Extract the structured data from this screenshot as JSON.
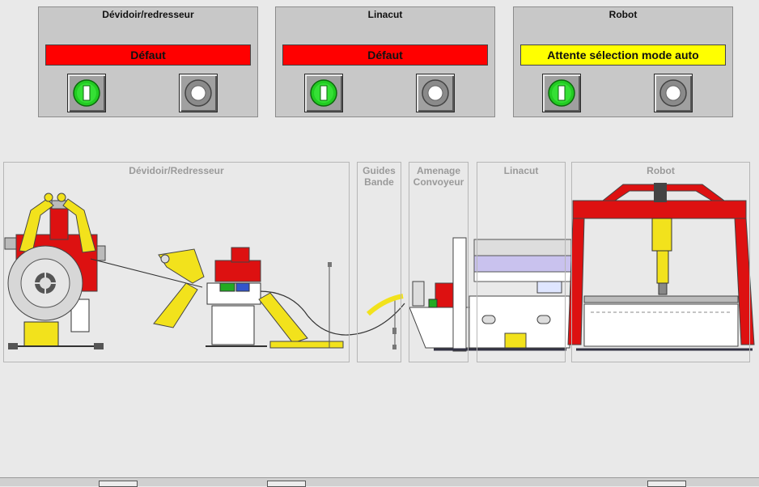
{
  "colors": {
    "fault": "#ff0000",
    "waiting": "#ffff00",
    "start_green": "#22cc22",
    "machine_red": "#dd1111",
    "machine_yellow": "#f2e21c"
  },
  "panels": [
    {
      "title": "Dévidoir/redresseur",
      "status": "Défaut",
      "status_color": "#ff0000"
    },
    {
      "title": "Linacut",
      "status": "Défaut",
      "status_color": "#ff0000"
    },
    {
      "title": "Robot",
      "status": "Attente sélection mode auto",
      "status_color": "#ffff00"
    }
  ],
  "zones": [
    {
      "label": "Dévidoir/Redresseur"
    },
    {
      "label": "Guides\nBande"
    },
    {
      "label": "Amenage\nConvoyeur"
    },
    {
      "label": "Linacut"
    },
    {
      "label": "Robot"
    }
  ],
  "icons": {
    "start": "start-button-icon",
    "stop": "stop-button-icon"
  }
}
